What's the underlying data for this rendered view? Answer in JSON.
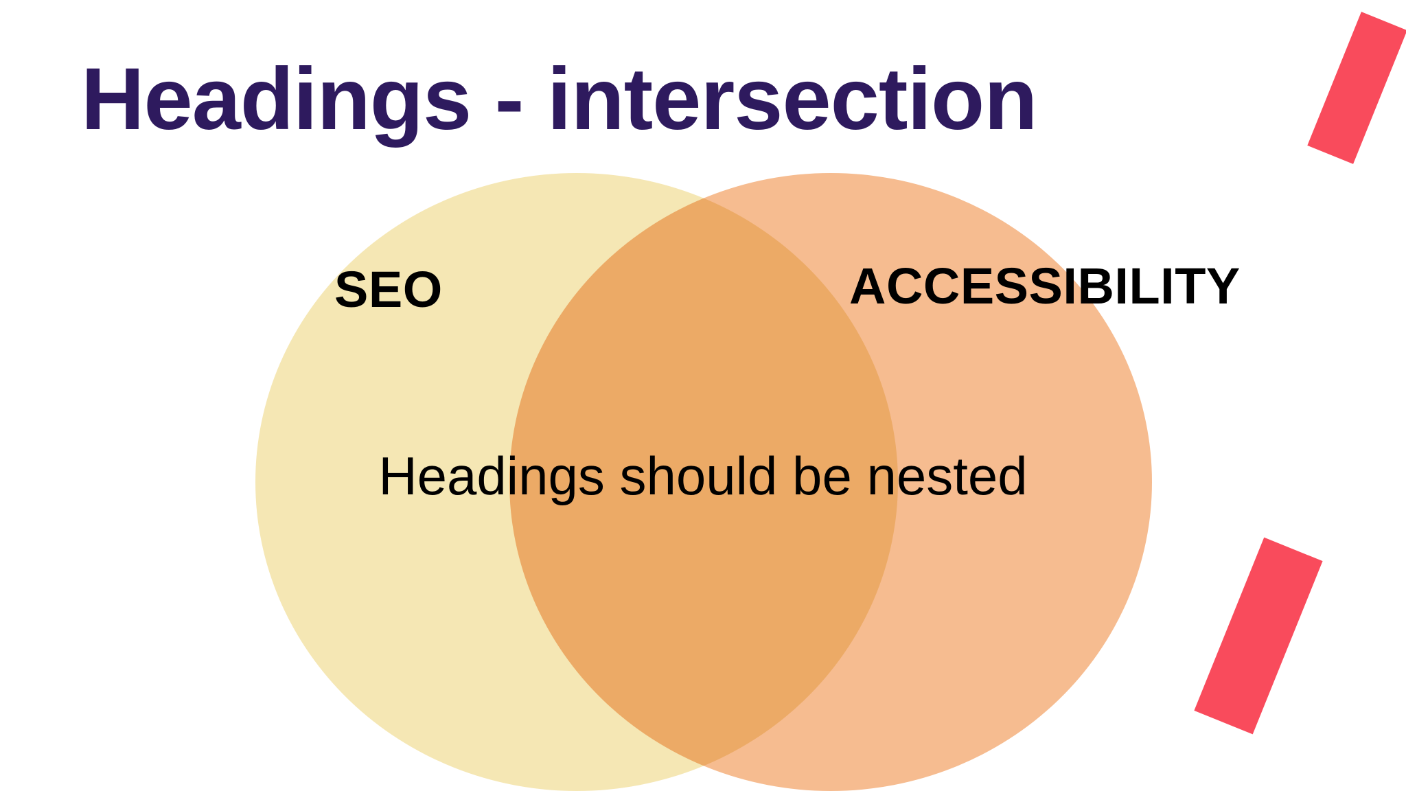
{
  "slide": {
    "title": "Headings - intersection",
    "background_color": "#FFFFFF",
    "title_color": "#2E1A5E"
  },
  "venn": {
    "left_circle": {
      "label": "SEO",
      "fill_color": "#F5E7B4"
    },
    "right_circle": {
      "label": "ACCESSIBILITY",
      "fill_color": "#F6BC90"
    },
    "overlap": {
      "text": "Headings should be nested",
      "fill_color": "#F0C878"
    }
  },
  "decorations": {
    "bar_color": "#F94B5C",
    "top_right_label": "red-angled-bar",
    "bottom_right_label": "red-angled-bar"
  }
}
